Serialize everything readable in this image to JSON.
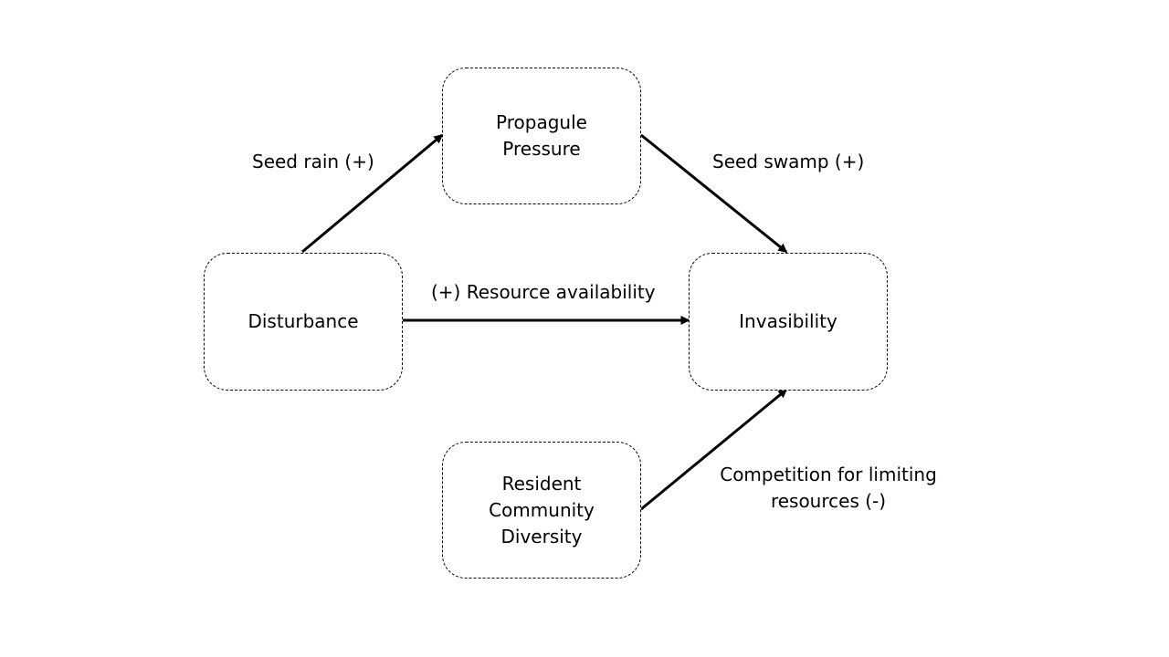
{
  "nodes": {
    "propagule": "Propagule\nPressure",
    "disturbance": "Disturbance",
    "invasibility": "Invasibility",
    "diversity": "Resident\nCommunity\nDiversity"
  },
  "edges": {
    "seed_rain": "Seed rain (+)",
    "seed_swamp": "Seed swamp (+)",
    "resource": "(+) Resource availability",
    "competition": "Competition for limiting\nresources (-)"
  },
  "colors": {
    "stroke": "#000000",
    "background": "#ffffff"
  }
}
